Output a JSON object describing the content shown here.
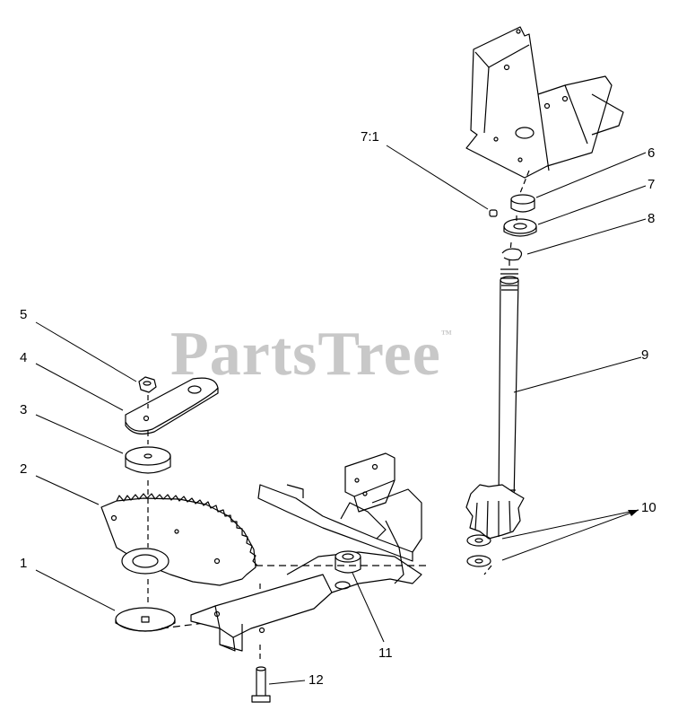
{
  "watermark": {
    "text": "PartsTree",
    "mark": "™"
  },
  "callouts": [
    "1",
    "2",
    "3",
    "4",
    "5",
    "6",
    "7",
    "7:1",
    "8",
    "9",
    "10",
    "11",
    "12"
  ],
  "colors": {
    "line": "#000000",
    "watermark": "#c8c8c8",
    "background": "#ffffff"
  }
}
